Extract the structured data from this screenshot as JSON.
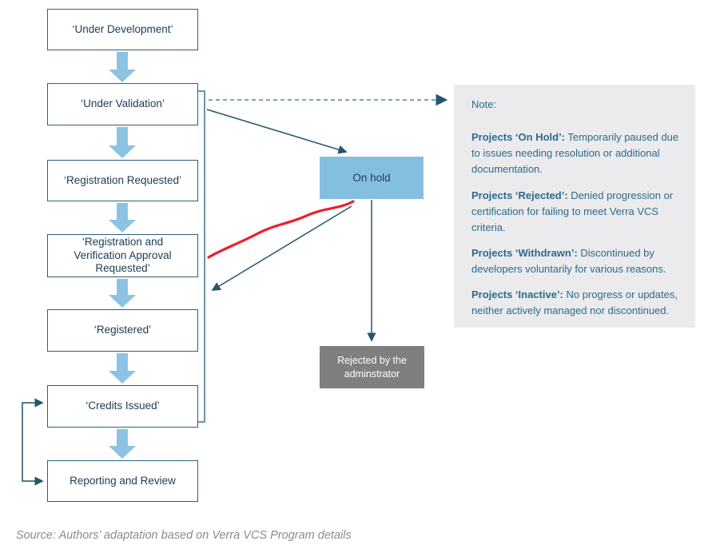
{
  "flow": {
    "boxes": [
      {
        "label": "‘Under Development’"
      },
      {
        "label": "‘Under Validation’"
      },
      {
        "label": "‘Registration Requested’"
      },
      {
        "label": "‘Registration and Verification Approval Requested’"
      },
      {
        "label": "‘Registered’"
      },
      {
        "label": "‘Credits Issued’"
      },
      {
        "label": "Reporting and Review"
      }
    ]
  },
  "states": {
    "on_hold": "On hold",
    "rejected": "Rejected by the adminstrator"
  },
  "note": {
    "heading": "Note:",
    "items": [
      {
        "term": "Projects ‘On Hold’:",
        "text": " Temporarily paused due to issues needing resolution or additional documentation."
      },
      {
        "term": "Projects ‘Rejected’:",
        "text": " Denied progression or certification for failing to meet Verra VCS criteria."
      },
      {
        "term": "Projects ‘Withdrawn’:",
        "text": " Discontinued by developers voluntarily for various reasons."
      },
      {
        "term": "Projects ‘Inactive’:",
        "text": " No progress or updates, neither actively managed nor discontinued."
      }
    ]
  },
  "source": "Source: Authors’ adaptation based on Verra VCS Program details",
  "colors": {
    "box_border": "#29607f",
    "box_text": "#1c3c52",
    "flow_arrow_blue": "#8cc3e2",
    "on_hold_fill": "#85bfe0",
    "rejected_fill": "#7f7f7f",
    "note_background": "#ebebed",
    "note_text": "#2b6a8d",
    "connector_dark": "#24566f",
    "bracket_steel": "#6f94a9",
    "red_line": "#e8212f",
    "source_text": "#8a8b8e"
  }
}
